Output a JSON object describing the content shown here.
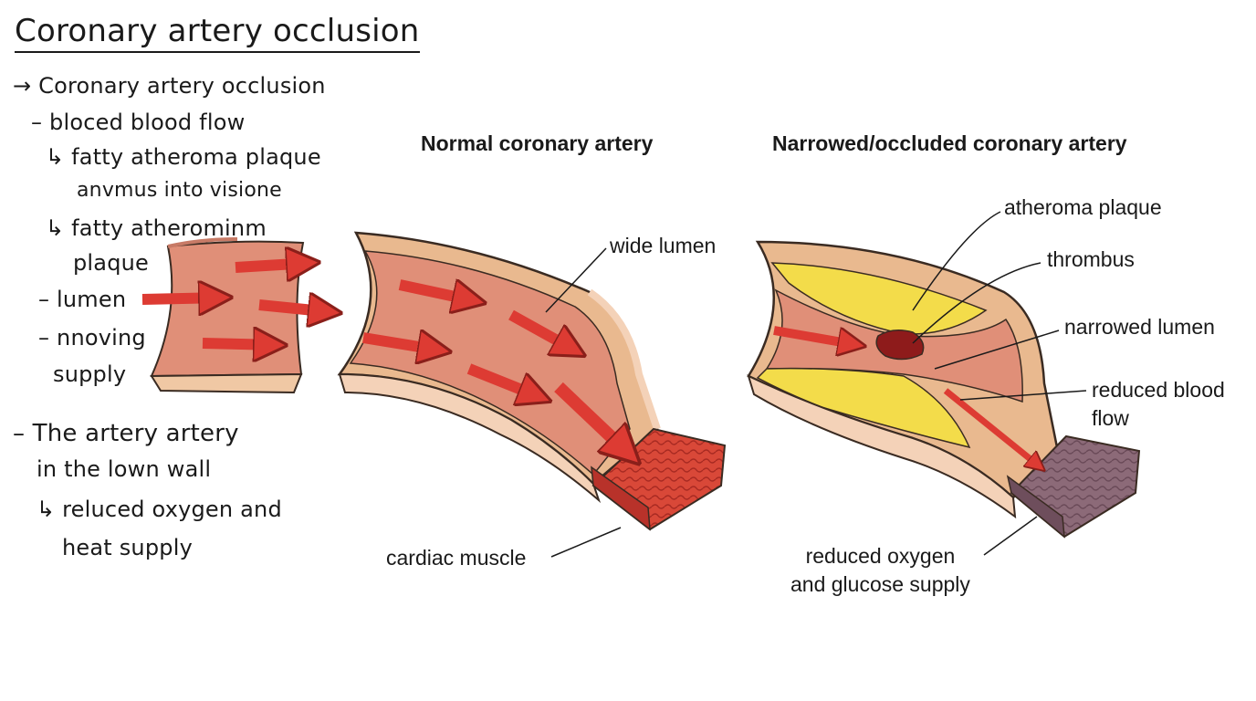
{
  "notes": {
    "title": "Coronary artery occlusion",
    "lines": [
      "→ Coronary artery occlusion",
      "– bloced blood flow",
      "↳ fatty atheroma plaque",
      "anvmus into visione",
      "↳ fatty atherominm",
      "plaque",
      "– lumen",
      "– nnoving",
      "supply",
      "– The artery artery",
      "in the lown wall",
      "↳ reluced oxygen and",
      "heat supply"
    ]
  },
  "diagrams": {
    "normal": {
      "heading": "Normal coronary artery",
      "labels": {
        "wide_lumen": "wide lumen",
        "cardiac_muscle": "cardiac muscle"
      }
    },
    "occluded": {
      "heading": "Narrowed/occluded coronary artery",
      "labels": {
        "atheroma_plaque": "atheroma plaque",
        "thrombus": "thrombus",
        "narrowed_lumen": "narrowed lumen",
        "reduced_blood_flow_line1": "reduced blood",
        "reduced_blood_flow_line2": "flow",
        "reduced_supply_line1": "reduced oxygen",
        "reduced_supply_line2": "and glucose supply"
      }
    }
  },
  "colors": {
    "artery_wall": "#e9b98f",
    "artery_inner": "#e08f78",
    "lumen_pale": "#f4d2b8",
    "arrow": "#dd3b33",
    "muscle": "#d94838",
    "plaque": "#f3dc4a",
    "thrombus": "#8e1b1b",
    "ischemic": "#8c6a78",
    "outline": "#3a2b22"
  }
}
